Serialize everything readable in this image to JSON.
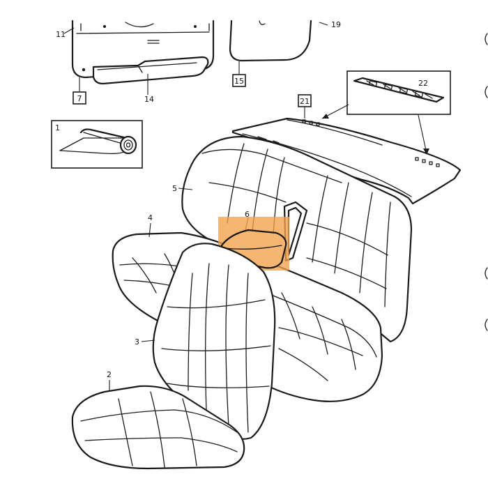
{
  "diagram": {
    "part_labels": {
      "p1": "1",
      "p2": "2",
      "p3": "3",
      "p4": "4",
      "p5": "5",
      "p6": "6",
      "p7": "7",
      "p11": "11",
      "p14": "14",
      "p15": "15",
      "p19": "19",
      "p21": "21",
      "p22": "22"
    },
    "highlight": {
      "part": "6",
      "color": "#f5a04a"
    }
  }
}
